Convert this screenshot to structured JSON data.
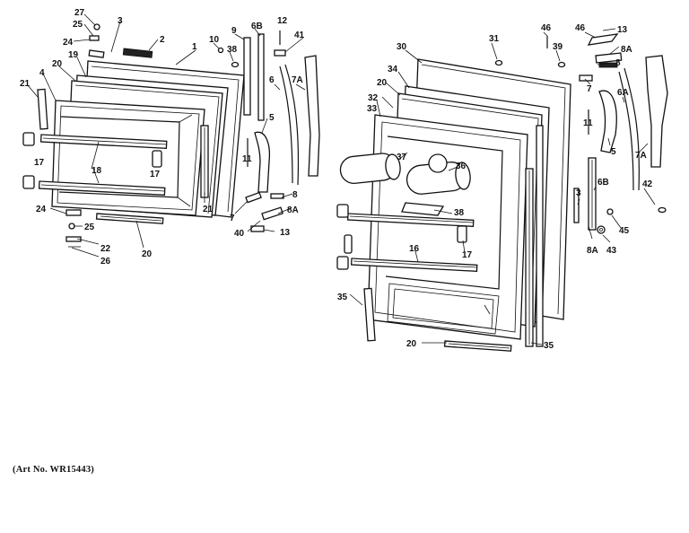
{
  "caption": "(Art No. WR15443)",
  "left_door": {
    "labels": [
      "27",
      "25",
      "24",
      "3",
      "2",
      "1",
      "9",
      "6B",
      "12",
      "10",
      "38",
      "41",
      "21",
      "4",
      "20",
      "19",
      "6",
      "7A",
      "18",
      "17",
      "17",
      "5",
      "21",
      "24",
      "25",
      "22",
      "26",
      "20",
      "7",
      "8",
      "8A",
      "40",
      "13"
    ]
  },
  "right_door": {
    "labels": [
      "30",
      "31",
      "46",
      "39",
      "46",
      "13",
      "8A",
      "8",
      "34",
      "20",
      "32",
      "33",
      "37",
      "36",
      "7",
      "6A",
      "5",
      "11",
      "7A",
      "42",
      "38",
      "3",
      "6B",
      "45",
      "43",
      "8A",
      "16",
      "17",
      "35",
      "20",
      "35"
    ]
  }
}
